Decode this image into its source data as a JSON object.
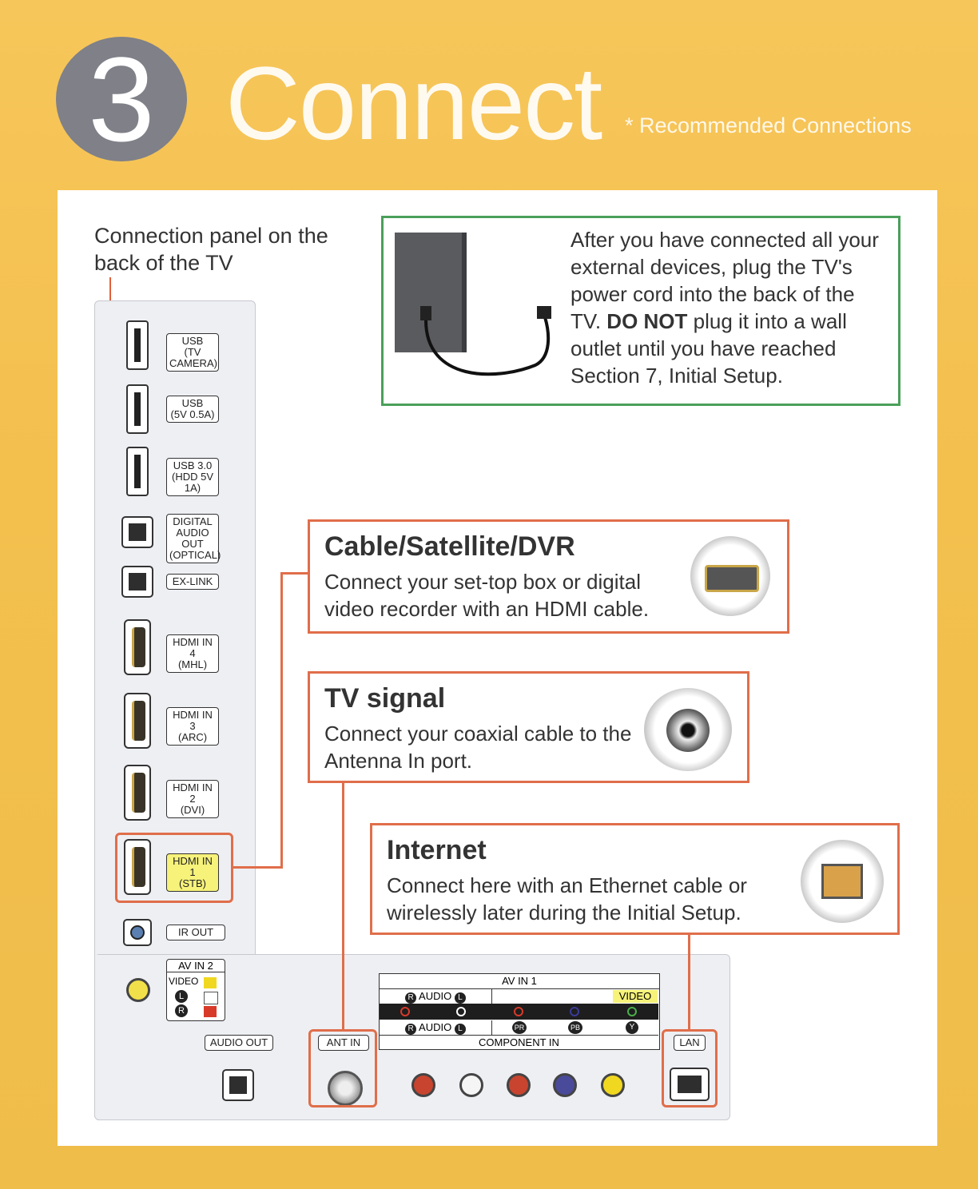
{
  "header": {
    "step_number": "3",
    "title": "Connect",
    "subtitle": "* Recommended Connections"
  },
  "caption": "Connection panel on the back of the TV",
  "power_note": {
    "line1": "After you have connected all your external devices, plug the TV's power cord into the back of the TV. ",
    "emphasis": "DO NOT",
    "line2": " plug it into a wall outlet until you have reached Section 7, Initial Setup."
  },
  "side_ports": {
    "usb1": [
      "USB",
      "(TV CAMERA)"
    ],
    "usb2": [
      "USB",
      "(5V 0.5A)"
    ],
    "usb3": [
      "USB 3.0",
      "(HDD 5V 1A)"
    ],
    "digital": [
      "DIGITAL",
      "AUDIO OUT",
      "(OPTICAL)"
    ],
    "exlink": "EX-LINK",
    "hdmi4": [
      "HDMI IN 4",
      "(MHL)"
    ],
    "hdmi3": [
      "HDMI IN 3",
      "(ARC)"
    ],
    "hdmi2": [
      "HDMI IN 2",
      "(DVI)"
    ],
    "hdmi1": [
      "HDMI IN 1",
      "(STB)"
    ],
    "irout": "IR OUT",
    "avin2": "AV IN 2",
    "av_video": "VIDEO",
    "av_l": "L",
    "av_r": "R"
  },
  "bottom_ports": {
    "audio_out": "AUDIO OUT",
    "ant_in": "ANT IN",
    "av_in1": "AV IN 1",
    "audio_r": "R",
    "audio": "AUDIO",
    "audio_l": "L",
    "video": "VIDEO",
    "pr": "PR",
    "pb": "PB",
    "y": "Y",
    "component_in": "COMPONENT IN",
    "lan": "LAN"
  },
  "boxes": {
    "cable": {
      "title": "Cable/Satellite/DVR",
      "text": "Connect your set-top box or digital video recorder with an HDMI cable."
    },
    "tv_signal": {
      "title": "TV signal",
      "text": "Connect your coaxial cable to the Antenna In port."
    },
    "internet": {
      "title": "Internet",
      "text": "Connect here with an Ethernet cable or wirelessly later during the Initial Setup."
    }
  },
  "colors": {
    "background": "#f3c04e",
    "accent_orange": "#e06e4a",
    "accent_green": "#4aa05a",
    "circle_gray": "#7f8088"
  }
}
